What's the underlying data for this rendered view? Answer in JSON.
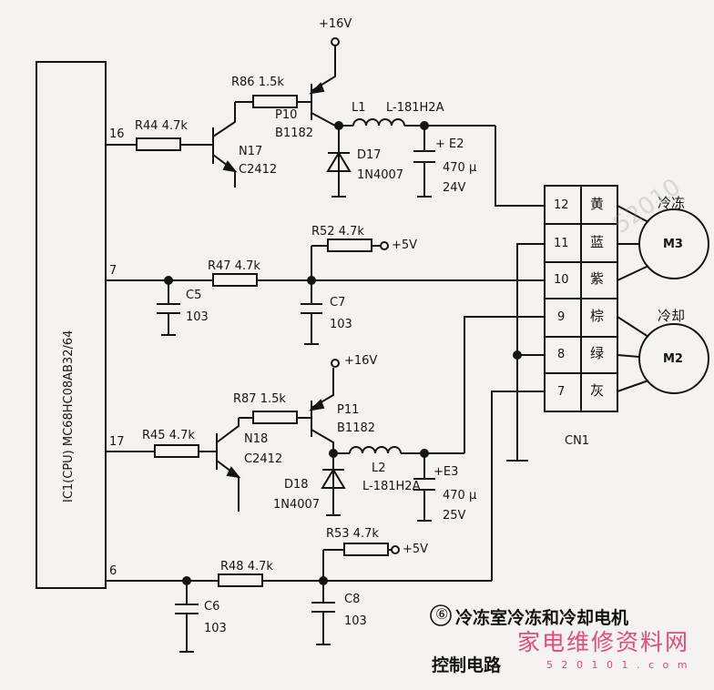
{
  "ic": {
    "label": "IC1(CPU) MC68HC08AB32/64",
    "pins": [
      "16",
      "7",
      "17",
      "6"
    ]
  },
  "resistors": {
    "r86": "R86 1.5k",
    "r44": "R44 4.7k",
    "r52": "R52 4.7k",
    "r47": "R47 4.7k",
    "r87": "R87 1.5k",
    "r45": "R45 4.7k",
    "r53": "R53 4.7k",
    "r48": "R48 4.7k"
  },
  "transistors": {
    "p10": [
      "P10",
      "B1182"
    ],
    "n17": [
      "N17",
      "C2412"
    ],
    "p11": [
      "P11",
      "B1182"
    ],
    "n18": [
      "N18",
      "C2412"
    ]
  },
  "diodes": {
    "d17": [
      "D17",
      "1N4007"
    ],
    "d18": [
      "D18",
      "1N4007"
    ]
  },
  "inductors": {
    "l1": [
      "L1",
      "L-181H2A"
    ],
    "l2": [
      "L2",
      "L-181H2A"
    ]
  },
  "caps": {
    "e2": [
      "+ E2",
      "470 µ",
      "24V"
    ],
    "e3": [
      "+E3",
      "470 µ",
      "25V"
    ],
    "c5": [
      "C5",
      "103"
    ],
    "c7": [
      "C7",
      "103"
    ],
    "c6": [
      "C6",
      "103"
    ],
    "c8": [
      "C8",
      "103"
    ]
  },
  "power": {
    "v16a": "+16V",
    "v16b": "+16V",
    "v5a": "+5V",
    "v5b": "+5V"
  },
  "connector": {
    "name": "CN1",
    "pins": [
      {
        "num": "12",
        "color": "黄"
      },
      {
        "num": "11",
        "color": "蓝"
      },
      {
        "num": "10",
        "color": "紫"
      },
      {
        "num": "9",
        "color": "棕"
      },
      {
        "num": "8",
        "color": "绿"
      },
      {
        "num": "7",
        "color": "灰"
      }
    ]
  },
  "motors": {
    "m3": {
      "label": "M3",
      "caption": "冷冻"
    },
    "m2": {
      "label": "M2",
      "caption": "冷却"
    }
  },
  "caption": {
    "number": "⑥",
    "line1": "冷冻室冷冻和冷却电机",
    "line2": "控制电路"
  },
  "watermarks": {
    "site": "家电维修资料网",
    "url": "5 2 0 1 0 1 . c o m",
    "domain": "52010"
  }
}
